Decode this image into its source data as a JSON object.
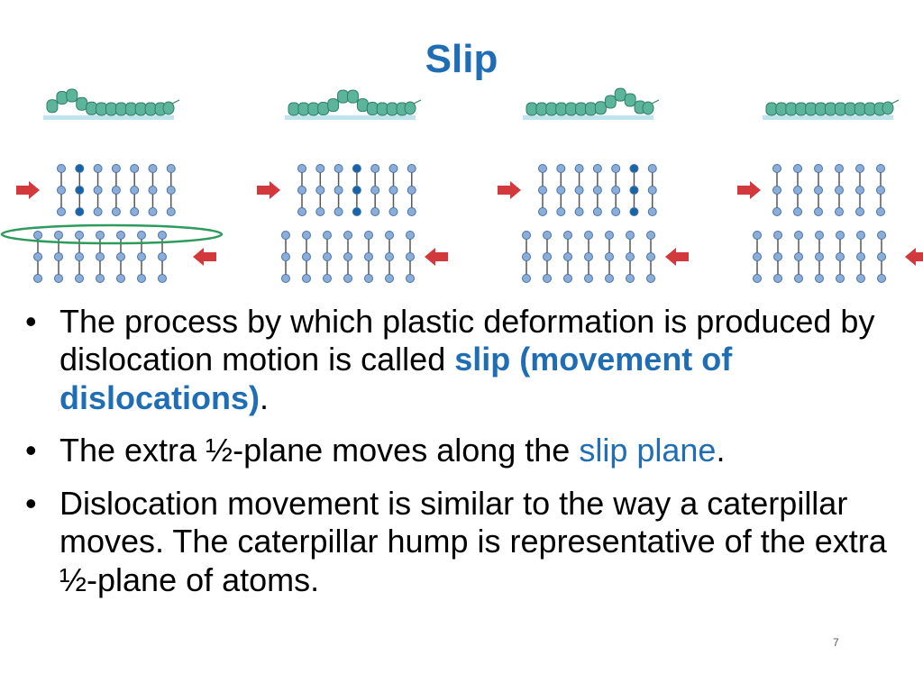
{
  "slide": {
    "title": "Slip",
    "page_number": "7",
    "bullet_glyph": "•"
  },
  "bullets": [
    {
      "text_1": "The process by which plastic deformation is produced by dislocation motion is called ",
      "highlight": "slip (movement of dislocations)",
      "text_2": "."
    },
    {
      "text_1": "The extra ½-plane moves along the ",
      "highlight": "slip plane",
      "text_2": "."
    },
    {
      "text_1": "Dislocation movement is similar to the way a caterpillar moves. The caterpillar hump is representative of the extra ½-plane of atoms."
    }
  ],
  "colors": {
    "title": "#1f6db5",
    "highlight": "#1f6db5",
    "caterpillar_body": "#5cb59a",
    "caterpillar_outline": "#2e7f66",
    "ground": "#bfe3ef",
    "atom": "#8aaed8",
    "atom_outline": "#4a72a8",
    "atom_highlight": "#1566a8",
    "arrow": "#d2383c",
    "ellipse": "#2e9a5c"
  },
  "icons": {
    "caterpillar": "caterpillar-icon",
    "push_arrow": "shear-arrow-icon",
    "atom": "atom-icon"
  },
  "figure": {
    "stages": [
      {
        "hump_position": 0.18,
        "dislocation_column": 1
      },
      {
        "hump_position": 0.5,
        "dislocation_column": 3
      },
      {
        "hump_position": 0.8,
        "dislocation_column": 5
      },
      {
        "hump_position": null,
        "dislocation_column": null
      }
    ],
    "slip_plane_marked_in_stage": 1
  }
}
